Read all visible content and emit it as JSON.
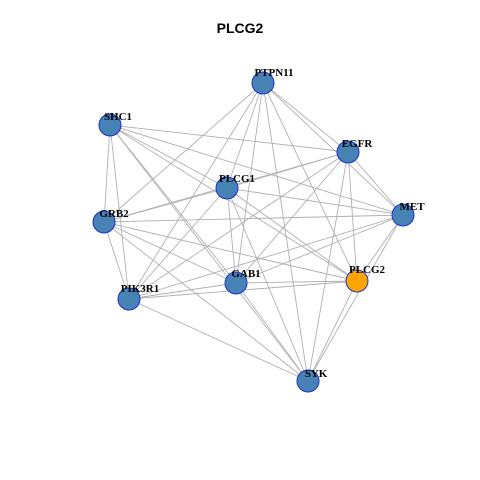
{
  "title": "PLCG2",
  "colors": {
    "node_default": "#4682B4",
    "node_highlight": "#FFA500",
    "node_border": "#1F2FD0",
    "edge": "#B0B0B0"
  },
  "nodes": [
    {
      "id": "PTPN11",
      "label": "PTPN11",
      "highlight": false
    },
    {
      "id": "SHC1",
      "label": "SHC1",
      "highlight": false
    },
    {
      "id": "EGFR",
      "label": "EGFR",
      "highlight": false
    },
    {
      "id": "PLCG1",
      "label": "PLCG1",
      "highlight": false
    },
    {
      "id": "MET",
      "label": "MET",
      "highlight": false
    },
    {
      "id": "GRB2",
      "label": "GRB2",
      "highlight": false
    },
    {
      "id": "PLCG2",
      "label": "PLCG2",
      "highlight": true
    },
    {
      "id": "GAB1",
      "label": "GAB1",
      "highlight": false
    },
    {
      "id": "PIK3R1",
      "label": "PIK3R1",
      "highlight": false
    },
    {
      "id": "SYK",
      "label": "SYK",
      "highlight": false
    }
  ],
  "edges": [
    [
      "PTPN11",
      "EGFR"
    ],
    [
      "PTPN11",
      "MET"
    ],
    [
      "PTPN11",
      "PLCG1"
    ],
    [
      "PTPN11",
      "GRB2"
    ],
    [
      "PTPN11",
      "GAB1"
    ],
    [
      "PTPN11",
      "PIK3R1"
    ],
    [
      "PTPN11",
      "SYK"
    ],
    [
      "PTPN11",
      "PLCG2"
    ],
    [
      "SHC1",
      "EGFR"
    ],
    [
      "SHC1",
      "PLCG1"
    ],
    [
      "SHC1",
      "MET"
    ],
    [
      "SHC1",
      "GRB2"
    ],
    [
      "SHC1",
      "GAB1"
    ],
    [
      "SHC1",
      "PIK3R1"
    ],
    [
      "SHC1",
      "PLCG2"
    ],
    [
      "SHC1",
      "SYK"
    ],
    [
      "EGFR",
      "PLCG1"
    ],
    [
      "EGFR",
      "MET"
    ],
    [
      "EGFR",
      "GRB2"
    ],
    [
      "EGFR",
      "GAB1"
    ],
    [
      "EGFR",
      "PIK3R1"
    ],
    [
      "EGFR",
      "PLCG2"
    ],
    [
      "EGFR",
      "SYK"
    ],
    [
      "PLCG1",
      "MET"
    ],
    [
      "PLCG1",
      "GRB2"
    ],
    [
      "PLCG1",
      "GAB1"
    ],
    [
      "PLCG1",
      "PIK3R1"
    ],
    [
      "PLCG1",
      "PLCG2"
    ],
    [
      "PLCG1",
      "SYK"
    ],
    [
      "MET",
      "GRB2"
    ],
    [
      "MET",
      "GAB1"
    ],
    [
      "MET",
      "PIK3R1"
    ],
    [
      "MET",
      "PLCG2"
    ],
    [
      "MET",
      "SYK"
    ],
    [
      "GRB2",
      "GAB1"
    ],
    [
      "GRB2",
      "PIK3R1"
    ],
    [
      "GRB2",
      "PLCG2"
    ],
    [
      "GRB2",
      "SYK"
    ],
    [
      "GAB1",
      "PIK3R1"
    ],
    [
      "GAB1",
      "PLCG2"
    ],
    [
      "GAB1",
      "SYK"
    ],
    [
      "PIK3R1",
      "PLCG2"
    ],
    [
      "PIK3R1",
      "SYK"
    ],
    [
      "PLCG2",
      "SYK"
    ]
  ]
}
